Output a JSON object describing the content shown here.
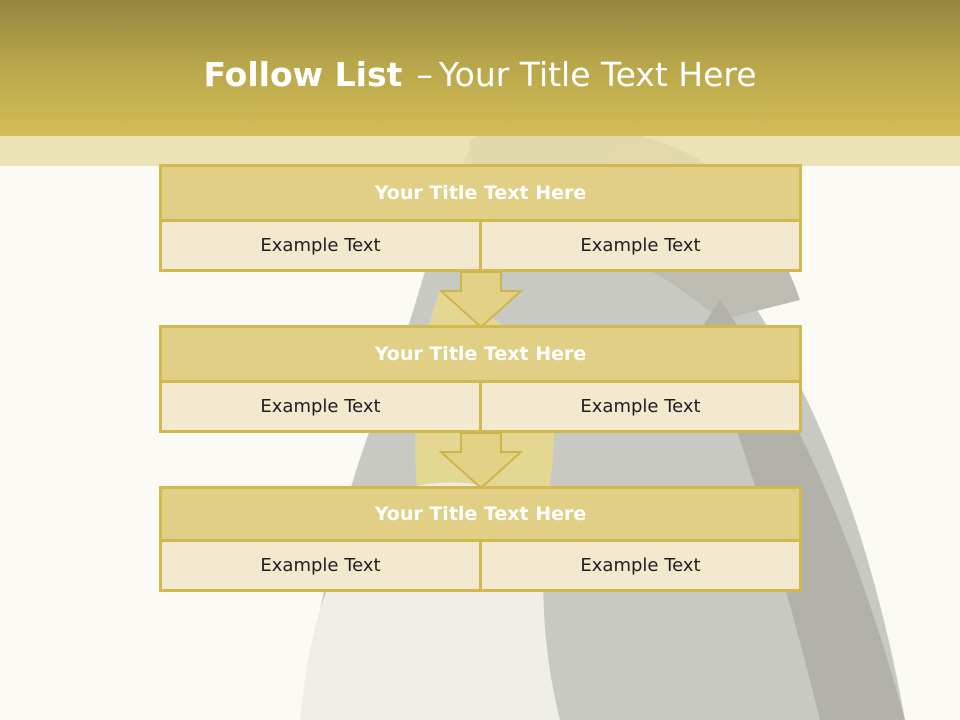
{
  "slide": {
    "title_bold": "Follow List",
    "title_separator": "–",
    "title_rest": "Your Title Text Here"
  },
  "blocks": [
    {
      "title": "Your Title Text Here",
      "cells": [
        "Example Text",
        "Example Text"
      ]
    },
    {
      "title": "Your Title Text Here",
      "cells": [
        "Example Text",
        "Example Text"
      ]
    },
    {
      "title": "Your Title Text Here",
      "cells": [
        "Example Text",
        "Example Text"
      ]
    }
  ],
  "colors": {
    "header_gold": "#d2bd57",
    "block_title_fill": "#e0cf84",
    "block_border": "#d1b94f",
    "cell_fill": "#f2e9cf",
    "background": "#fbfaf5"
  },
  "icons": [
    "down-arrow-icon",
    "down-arrow-icon"
  ]
}
